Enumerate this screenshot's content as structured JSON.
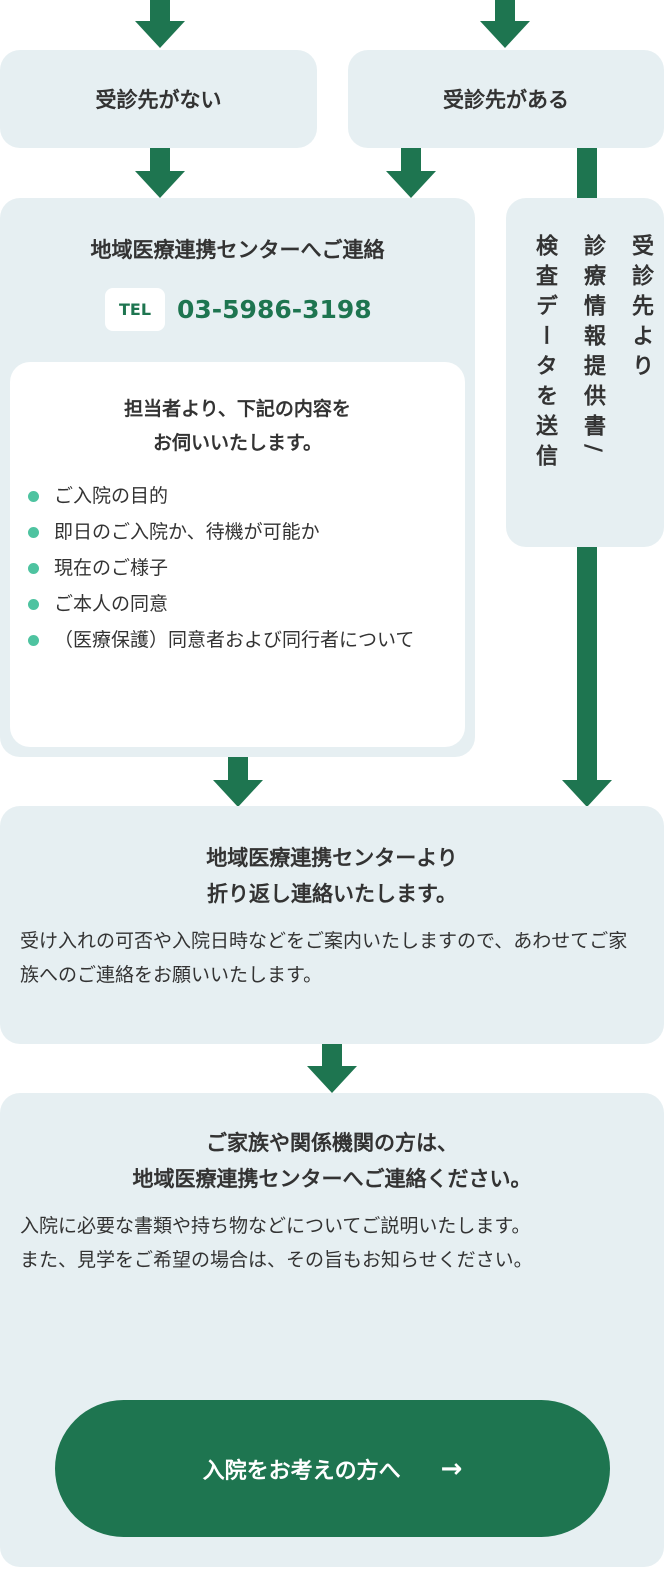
{
  "branches": {
    "no_clinic": "受診先がない",
    "has_clinic": "受診先がある"
  },
  "contact": {
    "title": "地域医療連携センターへご連絡",
    "tel_label": "TEL",
    "tel_number": "03-5986-3198"
  },
  "inquiry": {
    "title_line1": "担当者より、下記の内容を",
    "title_line2": "お伺いいたします。",
    "items": [
      "ご入院の目的",
      "即日のご入院か、待機が可能か",
      "現在のご様子",
      "ご本人の同意",
      "（医療保護）同意者および同行者について"
    ]
  },
  "side_note": {
    "col1": "受診先より",
    "col2": "診療情報提供書/",
    "col3": "検査データを送信"
  },
  "callback": {
    "title_line1": "地域医療連携センターより",
    "title_line2": "折り返し連絡いたします。",
    "body": "受け入れの可否や入院日時などをご案内いたしますので、あわせてご家族へのご連絡をお願いいたします。"
  },
  "family": {
    "title_line1": "ご家族や関係機関の方は、",
    "title_line2": "地域医療連携センターへご連絡ください。",
    "body_line1": "入院に必要な書類や持ち物などについてご説明いたします。",
    "body_line2": "また、見学をご希望の場合は、その旨もお知らせください。"
  },
  "cta": {
    "label": "入院をお考えの方へ",
    "icon": "arrow-right-icon"
  },
  "colors": {
    "green": "#1e7550",
    "panel": "#e6eff2",
    "bullet": "#4ec3a0"
  }
}
